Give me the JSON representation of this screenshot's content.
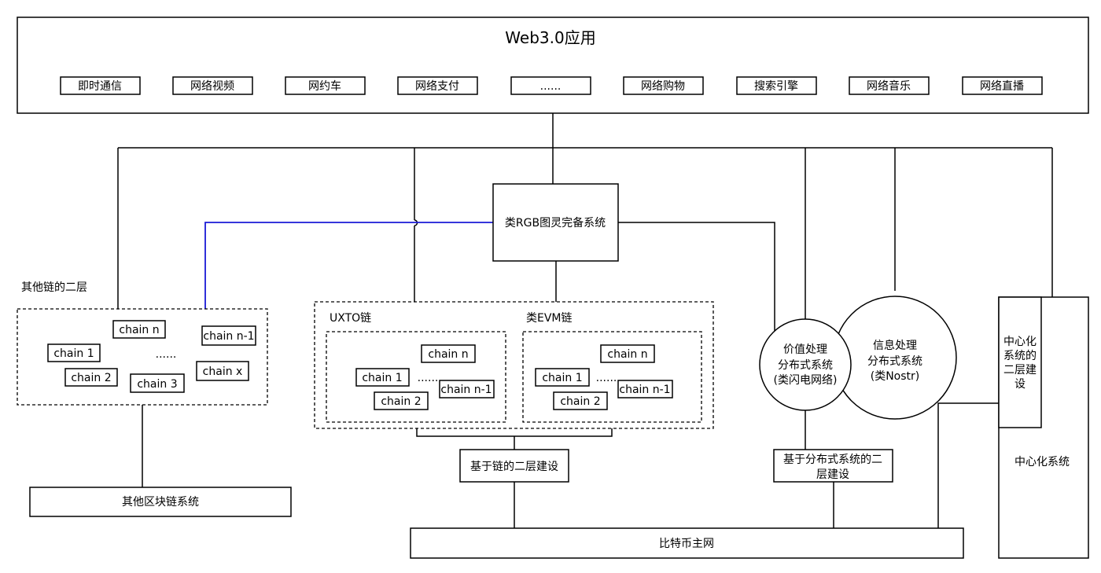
{
  "web3": {
    "title": "Web3.0应用",
    "apps": [
      "即时通信",
      "网络视频",
      "网约车",
      "网络支付",
      "......",
      "网络购物",
      "搜索引擎",
      "网络音乐",
      "网络直播"
    ]
  },
  "rgb_system": "类RGB图灵完备系统",
  "other_l2": {
    "label": "其他链的二层",
    "chains": [
      "chain n",
      "chain n-1",
      "chain 1",
      "......",
      "chain x",
      "chain 2",
      "chain 3"
    ]
  },
  "utxo": {
    "label": "UXTO链",
    "chains": [
      "chain n",
      "chain 1",
      "......",
      "chain n-1",
      "chain 2"
    ]
  },
  "evm": {
    "label": "类EVM链",
    "chains": [
      "chain n",
      "chain 1",
      "......",
      "chain n-1",
      "chain 2"
    ]
  },
  "chain_l2": "基于链的二层建设",
  "other_blockchain": "其他区块链系统",
  "value_system": [
    "价值处理",
    "分布式系统",
    "(类闪电网络)"
  ],
  "info_system": [
    "信息处理",
    "分布式系统",
    "(类Nostr)"
  ],
  "dist_l2": [
    "基于分布式系统的二",
    "层建设"
  ],
  "central_l2": [
    "中心化",
    "系统的",
    "二层建",
    "设"
  ],
  "central_system": "中心化系统",
  "bitcoin_mainnet": "比特币主网"
}
